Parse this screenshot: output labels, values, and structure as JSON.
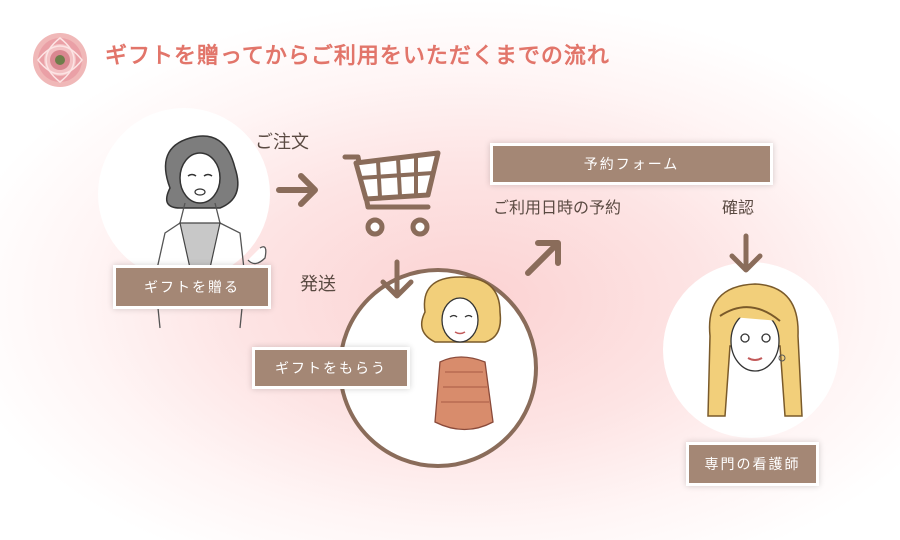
{
  "header": {
    "title": "ギフトを贈ってからご利用をいただくまでの流れ"
  },
  "labels": {
    "give": "ギフトを贈る",
    "receive": "ギフトをもらう",
    "form": "予約フォーム",
    "nurse": "専門の看護師"
  },
  "notes": {
    "order": "ご注文",
    "ship": "発送",
    "reserve": "ご利用日時の予約",
    "confirm": "確認"
  },
  "icons": [
    "flower-icon",
    "cart-icon",
    "arrow-right-icon",
    "arrow-down-icon",
    "arrow-up-right-icon"
  ],
  "colors": {
    "title": "#e2756a",
    "label_bg": "#a48775",
    "arrow": "#8a6c5a",
    "background_tint": "#fcd2d2"
  }
}
